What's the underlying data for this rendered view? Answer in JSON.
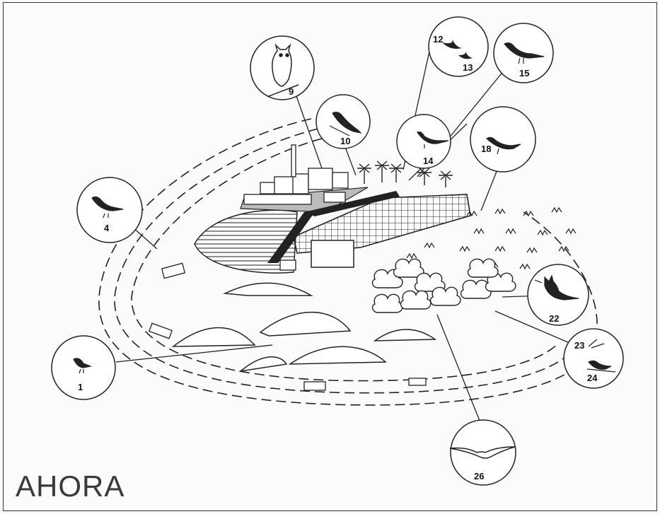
{
  "caption": "AHORA",
  "callouts": [
    {
      "label": "1",
      "icon": "small-bird-icon"
    },
    {
      "label": "4",
      "icon": "perched-bird-icon"
    },
    {
      "label": "9",
      "icon": "owl-icon"
    },
    {
      "label": "10",
      "icon": "perched-bird-icon"
    },
    {
      "label": "12",
      "icon": "swift-icon"
    },
    {
      "label": "13",
      "icon": "swift-icon"
    },
    {
      "label": "14",
      "icon": "perched-bird-icon"
    },
    {
      "label": "15",
      "icon": "perched-bird-icon"
    },
    {
      "label": "18",
      "icon": "wading-bird-icon"
    },
    {
      "label": "22",
      "icon": "hoopoe-icon"
    },
    {
      "label": "23",
      "icon": "warbler-icon"
    },
    {
      "label": "24",
      "icon": "perched-bird-icon"
    },
    {
      "label": "26",
      "icon": "soaring-raptor-icon"
    }
  ],
  "colors": {
    "ink": "#1a1a1a",
    "paper": "#fbfbf9"
  }
}
